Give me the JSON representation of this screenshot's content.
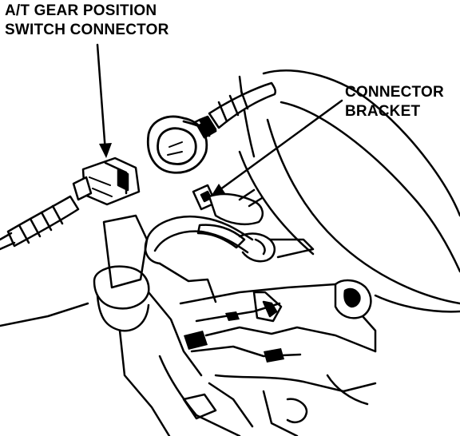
{
  "figure": {
    "callouts": {
      "gear_switch_connector": {
        "line1": "A/T GEAR POSITION",
        "line2": "SWITCH CONNECTOR"
      },
      "connector_bracket": {
        "line1": "CONNECTOR",
        "line2": "BRACKET"
      }
    },
    "colors": {
      "ink": "#000000",
      "paper": "#ffffff"
    }
  }
}
